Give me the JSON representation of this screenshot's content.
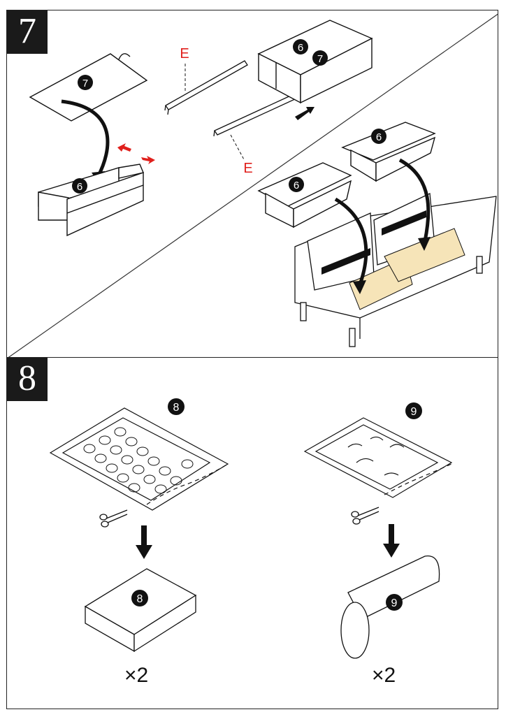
{
  "steps": [
    {
      "number": "7"
    },
    {
      "number": "8"
    }
  ],
  "step7": {
    "part_labels": {
      "seven": "7",
      "six": "6",
      "e": "E"
    }
  },
  "step8": {
    "cushion": {
      "badge": "8",
      "quantity": "×2"
    },
    "pillow": {
      "badge": "9",
      "quantity": "×2"
    }
  },
  "colors": {
    "accent_red": "#e0201c",
    "wood": "#f6e4b8",
    "ink": "#111111"
  }
}
